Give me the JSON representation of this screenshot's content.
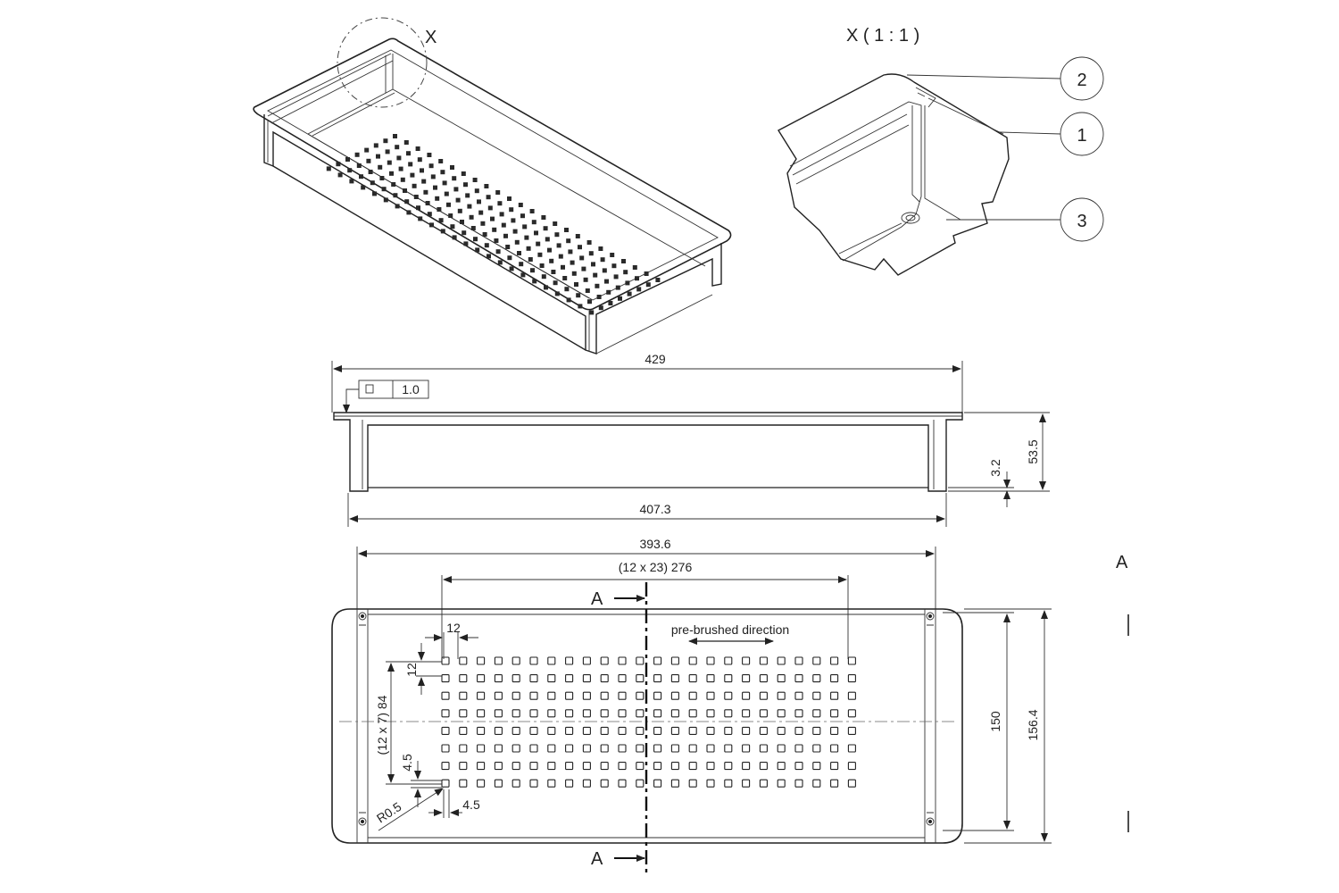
{
  "iso": {
    "detail_marker": "X"
  },
  "detail": {
    "title": "X ( 1 : 1 )",
    "callouts": [
      "2",
      "1",
      "3"
    ]
  },
  "side": {
    "overall_length": "429",
    "flatness_value": "1.0",
    "inner_length": "407.3",
    "height": "53.5",
    "foot": "3.2"
  },
  "plan": {
    "outer_width": "393.6",
    "hole_span": "(12 x 23) 276",
    "section_label": "A",
    "pitch_x": "12",
    "pitch_y": "12",
    "rows_dim": "(12 x 7) 84",
    "hole_h": "4.5",
    "hole_w": "4.5",
    "radius": "R0.5",
    "brush_note": "pre-brushed direction",
    "inner_depth": "150",
    "outer_depth": "156.4",
    "hole_cols": 24,
    "hole_rows": 8
  },
  "section_view": {
    "label": "A"
  }
}
